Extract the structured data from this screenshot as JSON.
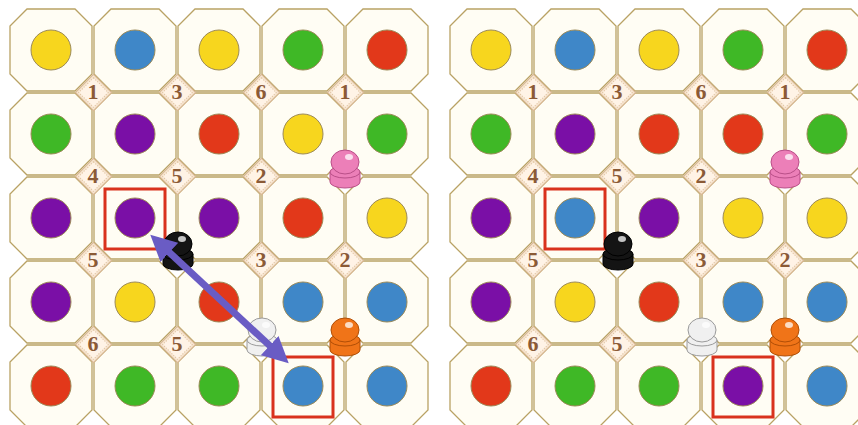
{
  "diagram": {
    "nodes": [
      {
        "text": [
          "1"
        ]
      },
      {
        "text": [
          "3"
        ]
      },
      {
        "text": [
          "6"
        ]
      },
      {
        "text": [
          "1"
        ]
      },
      {
        "text": [
          "4"
        ]
      },
      {
        "text": [
          "5"
        ]
      },
      {
        "text": [
          "2"
        ]
      },
      {
        "text": [
          "5"
        ]
      },
      {
        "text": [
          "3"
        ]
      },
      {
        "text": [
          "2"
        ]
      },
      {
        "text": [
          "6"
        ]
      },
      {
        "text": [
          "5"
        ]
      },
      {
        "text": [
          "1"
        ]
      },
      {
        "text": [
          "3"
        ]
      },
      {
        "text": [
          "6"
        ]
      },
      {
        "text": [
          "1"
        ]
      },
      {
        "text": [
          "4"
        ]
      },
      {
        "text": [
          "5"
        ]
      },
      {
        "text": [
          "2"
        ]
      },
      {
        "text": [
          "5"
        ]
      },
      {
        "text": [
          "3"
        ]
      },
      {
        "text": [
          "2"
        ]
      },
      {
        "text": [
          "6"
        ]
      },
      {
        "text": [
          "5"
        ]
      }
    ]
  }
}
